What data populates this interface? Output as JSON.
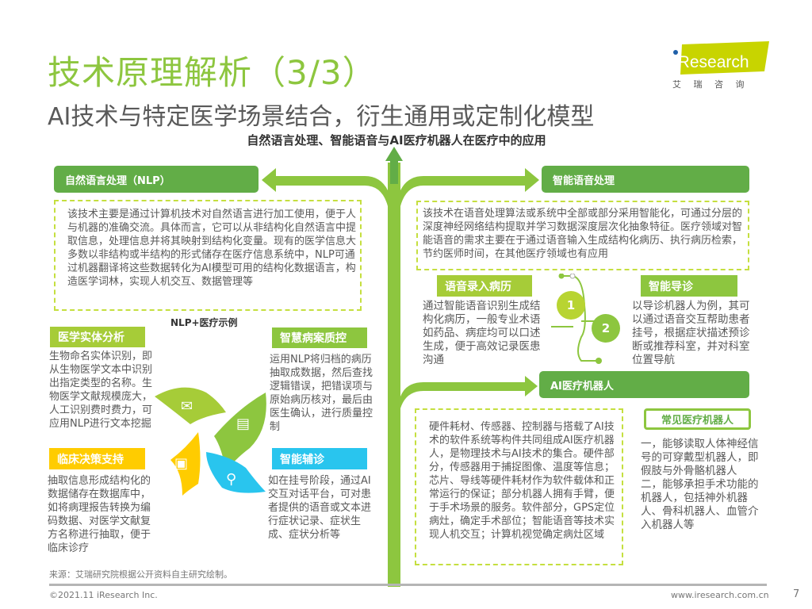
{
  "header": {
    "title": "技术原理解析（3/3）",
    "subtitle": "AI技术与特定医学场景结合，衍生通用或定制化模型",
    "logo_text": "iResearch",
    "logo_cn": "艾 瑞 咨 询"
  },
  "diagram": {
    "heading": "自然语言处理、智能语音与AI医疗机器人在医疗中的应用",
    "nlp": {
      "title": "自然语言处理（NLP）",
      "description": "该技术主要是通过计算机技术对自然语言进行加工使用，便于人与机器的准确交流。具体而言，它可以从非结构化自然语言中提取信息，处理信息并将其映射到结构化变量。现有的医学信息大多数以非结构或半结构的形式储存在医疗信息系统中，NLP可通过机器翻译将这些数据转化为AI模型可用的结构化数据语言，构造医学词林，实现人机交互、数据管理等",
      "examples_title": "NLP+医疗示例",
      "examples": [
        {
          "label": "医学实体分析",
          "text": "生物命名实体识别，即从生物医学文本中识别出指定类型的名称。生物医学文献规模庞大，人工识别费时费力，可应用NLP进行文本挖掘",
          "color": "#a6cc38",
          "icon": "mail-icon"
        },
        {
          "label": "智慧病案质控",
          "text": "运用NLP将归档的病历抽取成数据，然后查找逻辑错误，把错误项与原始病历核对，最后由医生确认，进行质量控制",
          "color": "#8dc63f",
          "icon": "document-check-icon"
        },
        {
          "label": "临床决策支持",
          "text": "抽取信息形成结构化的数据储存在数据库中，如将病理报告转换为编码数据、对医学文献复方名称进行抽取，便于临床诊疗",
          "color": "#ffcc00",
          "icon": "computer-icon"
        },
        {
          "label": "智能辅诊",
          "text": "如在挂号阶段，通过AI交互对话平台，可对患者提供的语音或文本进行症状记录、症状生成、症状分析等",
          "color": "#29c5ee",
          "icon": "search-icon"
        }
      ]
    },
    "voice": {
      "title": "智能语音处理",
      "description": "该技术在语音处理算法或系统中全部或部分采用智能化，可通过分层的深度神经网络结构提取并学习数据深度层次化抽象特征。医疗领域对智能语音的需求主要在于通过语音输入生成结构化病历、执行病历检索，节约医师时间，在其他医疗领域也有应用",
      "items": [
        {
          "number": "1",
          "label": "语音录入病历",
          "text": "通过智能语音识别生成结构化病历，一般专业术语如药品、病症均可以口述生成，便于高效记录医患沟通",
          "color": "#a6cc38"
        },
        {
          "number": "2",
          "label": "智能导诊",
          "text": "以导诊机器人为例，其可以通过语音交互帮助患者挂号，根据症状描述预诊断或推荐科室，并对科室位置导航",
          "color": "#8dc63f"
        }
      ]
    },
    "robot": {
      "title": "AI医疗机器人",
      "description": "硬件耗材、传感器、控制器与搭载了AI技术的软件系统等构件共同组成AI医疗机器人，是物理技术与AI技术的集合。硬件部分，传感器用于捕捉图像、温度等信息；芯片、导线等硬件耗材作为软件载体和正常运行的保证；部分机器人拥有手臂，便于手术场景的服务。软件部分，GPS定位病灶，确定手术部位；智能语音等技术实现人机交互；计算机视觉确定病灶区域",
      "common_title": "常见医疗机器人",
      "common_text": "一，能够读取人体神经信号的可穿戴型机器人，即假肢与外骨骼机器人\n二，能够承担手术功能的机器人，包括神外机器人、骨科机器人、血管介入机器人等"
    }
  },
  "footer": {
    "source": "来源：艾瑞研究院根据公开资料自主研究绘制。",
    "copyright": "©2021.11 iResearch Inc.",
    "website": "www.iresearch.com.cn",
    "page": "7"
  },
  "colors": {
    "brand_green": "#8dc63f",
    "bar_green": "#62ad47",
    "dash": "#c5df3f"
  }
}
